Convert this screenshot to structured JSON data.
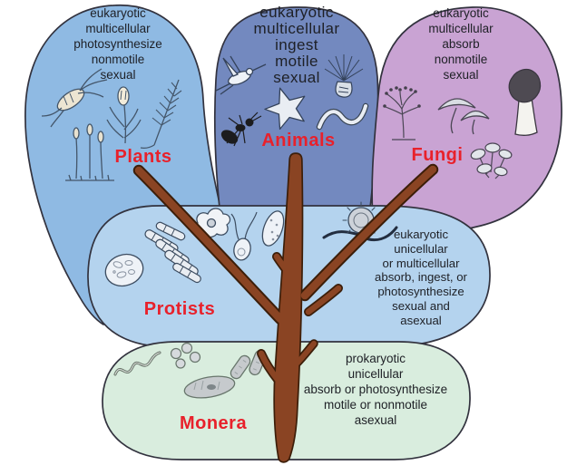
{
  "diagram": {
    "description": "Five kingdoms classification diagram with a branching evolutionary tree",
    "colors": {
      "background": "#ffffff",
      "lobe_outline": "#32323e",
      "kingdom_label": "#e8212b",
      "trait_text": "#1e2026",
      "tree_trunk": "#8a4423",
      "tree_outline": "#3c1e09"
    },
    "kingdoms": [
      {
        "name": "Plants",
        "lobe_color": "#8fbae3",
        "traits": [
          "eukaryotic",
          "multicellular",
          "photosynthesize",
          "nonmotile",
          "sexual"
        ],
        "organism_icons": [
          "winged-seed-icon",
          "flower-icon",
          "fern-icon",
          "moss-icon"
        ]
      },
      {
        "name": "Animals",
        "lobe_color": "#7389bf",
        "traits": [
          "eukaryotic",
          "multicellular",
          "ingest",
          "motile",
          "sexual"
        ],
        "organism_icons": [
          "hummingbird-icon",
          "sea-anemone-icon",
          "starfish-icon",
          "ant-icon",
          "worm-icon"
        ]
      },
      {
        "name": "Fungi",
        "lobe_color": "#c9a3d3",
        "traits": [
          "eukaryotic",
          "multicellular",
          "absorb",
          "nonmotile",
          "sexual"
        ],
        "organism_icons": [
          "mold-icon",
          "umbrella-mushroom-icon",
          "stinkhorn-icon",
          "mushroom-cluster-icon"
        ]
      },
      {
        "name": "Protists",
        "lobe_color": "#b4d3ee",
        "traits": [
          "eukaryotic",
          "unicellular",
          "or multicellular",
          "absorb, ingest, or",
          "photosynthesize",
          "sexual and",
          "asexual"
        ],
        "organism_icons": [
          "ciliate-icon",
          "diatom-icon",
          "amoeba-icon",
          "flagellate-icon",
          "paramecium-icon",
          "radiolarian-icon"
        ]
      },
      {
        "name": "Monera",
        "lobe_color": "#d9edde",
        "traits": [
          "prokaryotic",
          "unicellular",
          "absorb or photosynthesize",
          "motile or nonmotile",
          "asexual"
        ],
        "organism_icons": [
          "spirillum-icon",
          "cocci-icon",
          "large-bacterium-icon",
          "bacillus-icon"
        ]
      }
    ]
  }
}
